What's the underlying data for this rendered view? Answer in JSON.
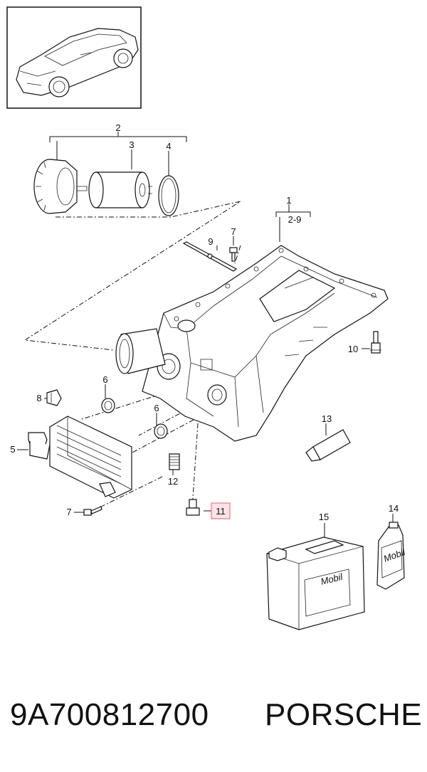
{
  "callouts": {
    "c1": "1",
    "c1_range": "2-9",
    "c2": "2",
    "c3": "3",
    "c4": "4",
    "c5": "5",
    "c6a": "6",
    "c6b": "6",
    "c7a": "7",
    "c7b": "7",
    "c8": "8",
    "c9": "9",
    "c10": "10",
    "c11": "11",
    "c12": "12",
    "c13": "13",
    "c14": "14",
    "c15": "15"
  },
  "highlight_color": "#e06070",
  "footer": {
    "part_number": "9A700812700",
    "brand": "PORSCHE"
  }
}
